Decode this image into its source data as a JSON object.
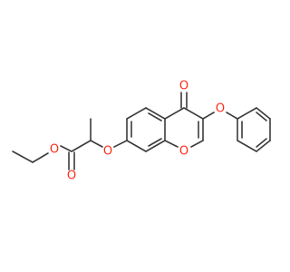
{
  "structure": {
    "colors": {
      "bond": "#3b3b3b",
      "oxygen": "#ff2a1a",
      "background": "#ffffff"
    },
    "atom_labels": {
      "carbonyl_o": "O",
      "ester_o_double": "O",
      "ester_o_single": "O",
      "ether_o_left": "O",
      "ring_o": "O",
      "phenoxy_o": "O"
    }
  }
}
